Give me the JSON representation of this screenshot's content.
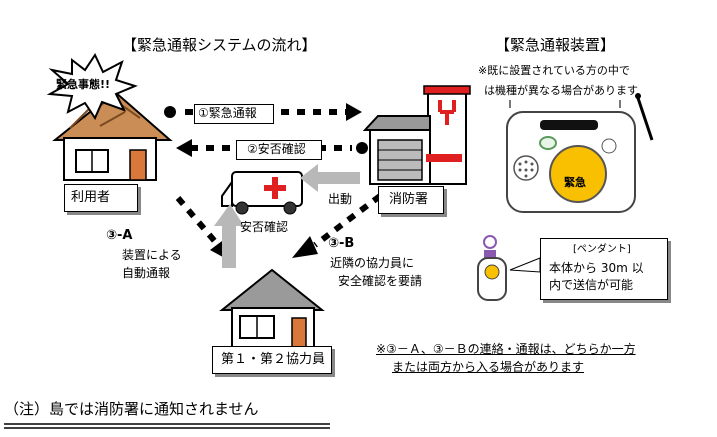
{
  "titles": {
    "flow": "【緊急通報システムの流れ】",
    "device": "【緊急通報装置】"
  },
  "device_note": [
    "※既に設置されている方の中で",
    "は機種が異なる場合があります"
  ],
  "burst_label": "緊急事態!!",
  "arrows": {
    "emergency_call": "①緊急通報",
    "safety_check": "②安否確認",
    "dispatch": "出動",
    "ambulance_check": "安否確認"
  },
  "nodes": {
    "user": "利用者",
    "fire_station": "消防署",
    "helpers": "第１・第２協力員"
  },
  "step_3a": {
    "label": "③-A",
    "lines": [
      "装置による",
      "自動通報"
    ]
  },
  "step_3b": {
    "label": "③-B",
    "lines": [
      "近隣の協力員に",
      "安全確認を要請"
    ]
  },
  "device_button": "緊急",
  "pendant": {
    "title": "[ペンダント]",
    "lines": [
      "本体から 30m 以",
      "内で送信が可能"
    ]
  },
  "footnote": [
    "※③－Ａ、③－Ｂの連絡・通報は、どちらか一方",
    "または両方から入る場合があります"
  ],
  "bottom_note": "（注）島では消防署に通知されません",
  "colors": {
    "fire_station_red": "#e02020",
    "button_yellow": "#f8c000",
    "roof": "#c08a50"
  }
}
